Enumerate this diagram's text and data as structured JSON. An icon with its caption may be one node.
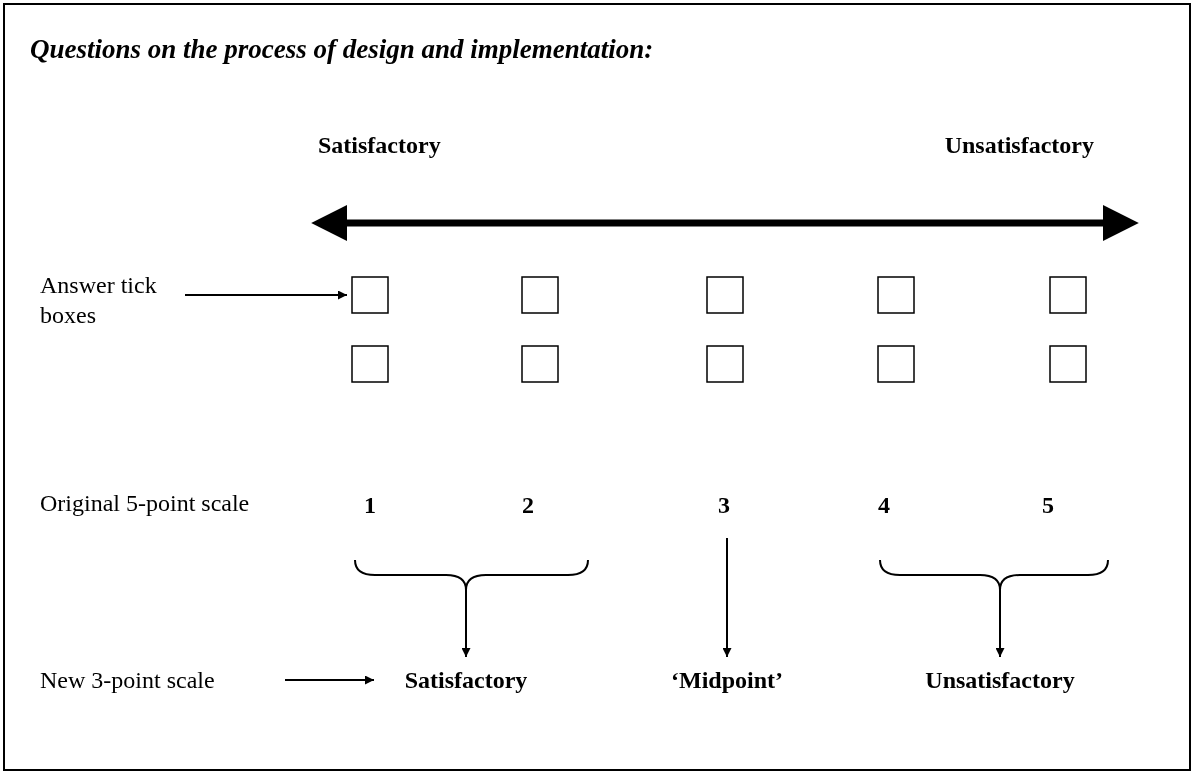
{
  "diagram": {
    "title": "Questions on the process of design and implementation:",
    "nodes": [
      {
        "text": [
          "Answer tick boxes"
        ]
      },
      {
        "text": [],
        "shape": "box"
      },
      {
        "text": [],
        "shape": "box"
      },
      {
        "text": [],
        "shape": "box"
      },
      {
        "text": [],
        "shape": "box"
      },
      {
        "text": [],
        "shape": "box"
      },
      {
        "text": [],
        "shape": "box"
      },
      {
        "text": [],
        "shape": "box"
      },
      {
        "text": [],
        "shape": "box"
      },
      {
        "text": [],
        "shape": "box"
      },
      {
        "text": [],
        "shape": "box"
      },
      {
        "text": [
          "1"
        ]
      },
      {
        "text": [
          "2"
        ]
      },
      {
        "text": [
          "3"
        ]
      },
      {
        "text": [
          "4"
        ]
      },
      {
        "text": [
          "5"
        ]
      },
      {
        "text": [
          "New 3-point scale"
        ]
      },
      {
        "text": [
          "Satisfactory"
        ]
      },
      {
        "text": [
          "‘Midpoint’"
        ]
      },
      {
        "text": [
          "Unsatisfactory"
        ]
      }
    ],
    "edges": [
      {
        "from": 0,
        "to": 1,
        "arrow": "to"
      },
      {
        "from": 11,
        "to": 17,
        "arrow": "to"
      },
      {
        "from": 12,
        "to": 17,
        "arrow": "to"
      },
      {
        "from": 13,
        "to": 18,
        "arrow": "to"
      },
      {
        "from": 14,
        "to": 19,
        "arrow": "to"
      },
      {
        "from": 15,
        "to": 19,
        "arrow": "to"
      },
      {
        "from": 16,
        "to": 17,
        "arrow": "to"
      }
    ],
    "labels": [
      "Satisfactory",
      "Unsatisfactory",
      "Original 5-point scale"
    ]
  }
}
